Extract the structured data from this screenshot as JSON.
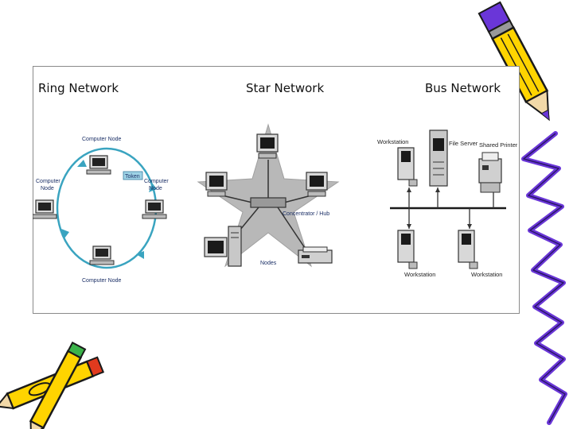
{
  "headings": {
    "ring": "Ring Network",
    "star": "Star Network",
    "bus": "Bus Network"
  },
  "ring": {
    "top_node": "Computer Node",
    "left_node": [
      "Computer",
      "Node"
    ],
    "right_node": [
      "Computer",
      "Node"
    ],
    "bottom_node": "Computer Node",
    "token": "Token"
  },
  "star": {
    "hub": "Concentrator / Hub",
    "nodes": "Nodes"
  },
  "bus": {
    "workstation_top": "Workstation",
    "file_server": "File Server",
    "shared_printer": "Shared Printer",
    "workstation_bottom_left": "Workstation",
    "workstation_bottom_right": "Workstation"
  },
  "colors": {
    "ring_line": "#3aa4c0",
    "pencil_yellow": "#ffd400",
    "pencil_outline": "#1a1a1a",
    "squiggle": "#6a36d8"
  }
}
